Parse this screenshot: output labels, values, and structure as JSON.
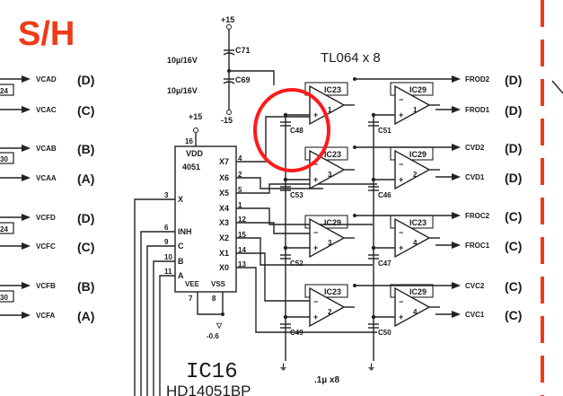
{
  "title": "S/H",
  "title_color": "#f03a17",
  "annotation_color": "#ff1a1a",
  "left_outputs": [
    {
      "label": "VCAD",
      "group": "(D)"
    },
    {
      "label": "VCAC",
      "group": "(C)"
    },
    {
      "label": "VCAB",
      "group": "(B)"
    },
    {
      "label": "VCAA",
      "group": "(A)"
    },
    {
      "label": "VCFD",
      "group": "(D)"
    },
    {
      "label": "VCFC",
      "group": "(C)"
    },
    {
      "label": "VCFB",
      "group": "(B)"
    },
    {
      "label": "VCFA",
      "group": "(A)"
    }
  ],
  "left_partial_ics": [
    "24",
    "30",
    "24",
    "30"
  ],
  "power": {
    "plus": "+15",
    "minus": "-15",
    "c71": {
      "name": "C71",
      "value": "10µ/16V"
    },
    "c69": {
      "name": "C69",
      "value": "10µ/16V"
    }
  },
  "mux": {
    "ref": "IC16",
    "part": "HD14051BP",
    "type": "4051",
    "vdd": "VDD",
    "vdd_supply": "+15",
    "vdd_pin": "16",
    "right_pins": [
      {
        "name": "X7",
        "pin": "4"
      },
      {
        "name": "X6",
        "pin": "2"
      },
      {
        "name": "X5",
        "pin": "5"
      },
      {
        "name": "X4",
        "pin": "1"
      },
      {
        "name": "X3",
        "pin": "12"
      },
      {
        "name": "X2",
        "pin": "15"
      },
      {
        "name": "X1",
        "pin": "14"
      },
      {
        "name": "X0",
        "pin": "13"
      }
    ],
    "left_pins": [
      {
        "name": "X",
        "pin": "3"
      },
      {
        "name": "INH",
        "pin": "6"
      },
      {
        "name": "C",
        "pin": "9"
      },
      {
        "name": "B",
        "pin": "10"
      },
      {
        "name": "A",
        "pin": "11"
      }
    ],
    "vee": "VEE",
    "vss": "VSS",
    "vee_pin": "7",
    "vss_pin": "8",
    "vee_supply": "-0.6"
  },
  "opamp_group": "TL064 x 8",
  "cap_note": ".1µ x8",
  "opamps": [
    {
      "ref": "IC23",
      "unit": "1",
      "cap": "C48"
    },
    {
      "ref": "IC29",
      "unit": "1",
      "cap": "C51"
    },
    {
      "ref": "IC23",
      "unit": "3",
      "cap": "C53"
    },
    {
      "ref": "IC29",
      "unit": "2",
      "cap": "C46"
    },
    {
      "ref": "IC29",
      "unit": "3",
      "cap": "C52"
    },
    {
      "ref": "IC23",
      "unit": "4",
      "cap": "C47"
    },
    {
      "ref": "IC23",
      "unit": "2",
      "cap": "C49"
    },
    {
      "ref": "IC29",
      "unit": "4",
      "cap": "C50"
    }
  ],
  "right_outputs": [
    {
      "label": "FROD2",
      "group": "(D)"
    },
    {
      "label": "FROD1",
      "group": "(D)"
    },
    {
      "label": "CVD2",
      "group": "(D)"
    },
    {
      "label": "CVD1",
      "group": "(D)"
    },
    {
      "label": "FROC2",
      "group": "(C)"
    },
    {
      "label": "FROC1",
      "group": "(C)"
    },
    {
      "label": "CVC2",
      "group": "(C)"
    },
    {
      "label": "CVC1",
      "group": "(C)"
    }
  ]
}
